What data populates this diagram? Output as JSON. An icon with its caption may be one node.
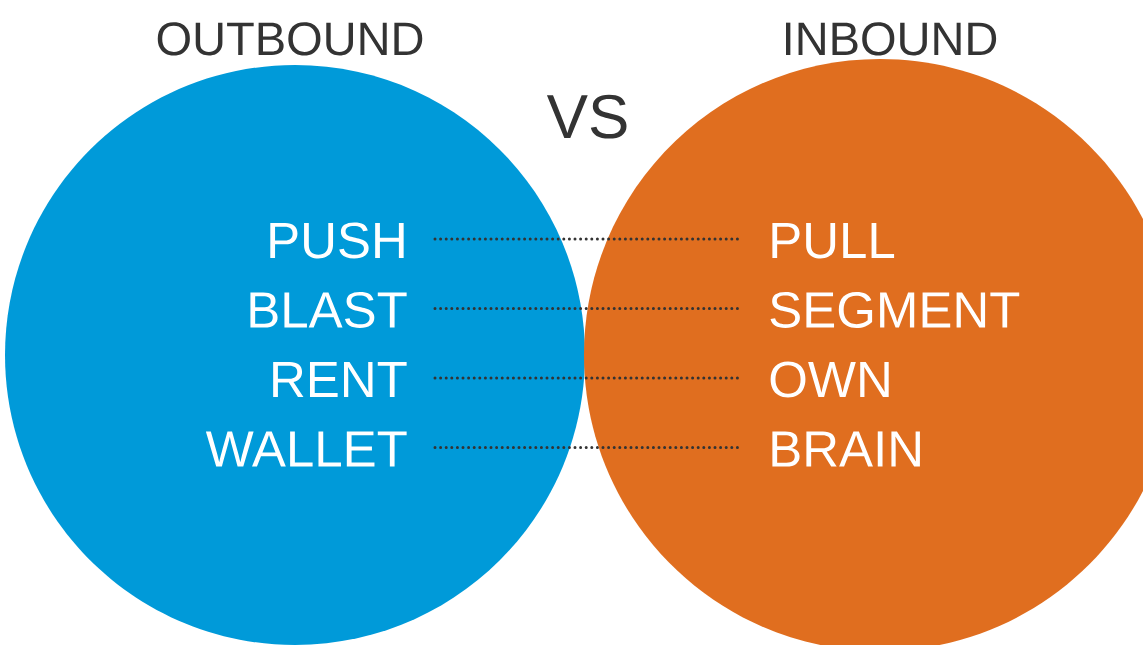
{
  "diagram": {
    "nodes": [
      {
        "text": [
          "OUTBOUND"
        ]
      },
      {
        "text": [
          "INBOUND"
        ]
      },
      {
        "text": [
          "PUSH"
        ],
        "in": 0
      },
      {
        "text": [
          "BLAST"
        ],
        "in": 0
      },
      {
        "text": [
          "RENT"
        ],
        "in": 0
      },
      {
        "text": [
          "WALLET"
        ],
        "in": 0
      },
      {
        "text": [
          "PULL"
        ],
        "in": 1
      },
      {
        "text": [
          "SEGMENT"
        ],
        "in": 1
      },
      {
        "text": [
          "OWN"
        ],
        "in": 1
      },
      {
        "text": [
          "BRAIN"
        ],
        "in": 1
      }
    ],
    "edges": [
      {
        "from": 2,
        "to": 6,
        "arrow": "none"
      },
      {
        "from": 3,
        "to": 7,
        "arrow": "none"
      },
      {
        "from": 4,
        "to": 8,
        "arrow": "none"
      },
      {
        "from": 5,
        "to": 9,
        "arrow": "none"
      }
    ],
    "labels": [
      "VS"
    ]
  }
}
